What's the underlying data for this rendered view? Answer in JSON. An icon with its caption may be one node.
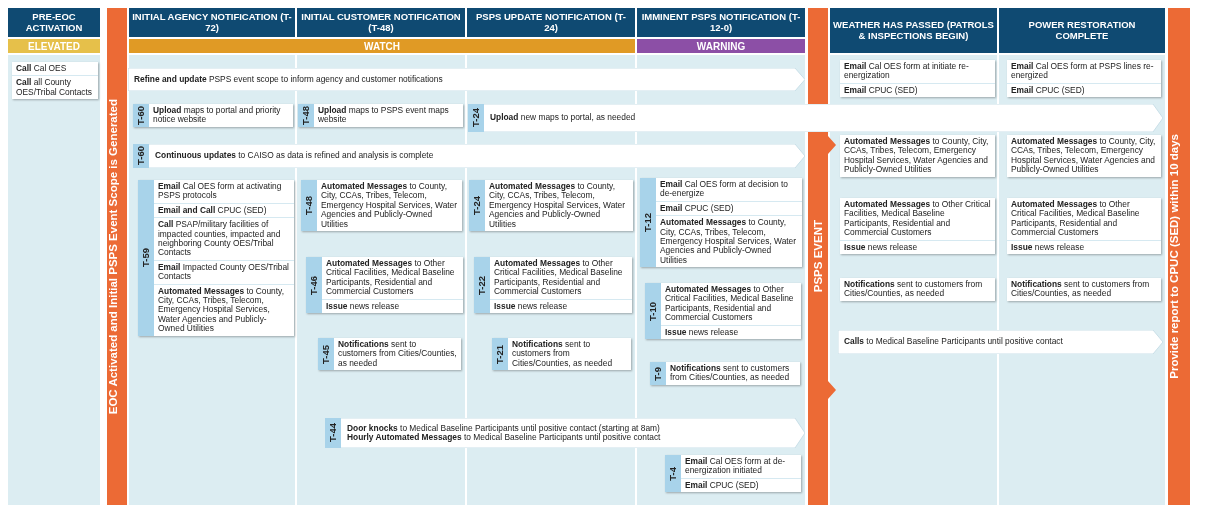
{
  "diagram": {
    "nodes": [
      {
        "text": [
          "PRE-EOC ACTIVATION"
        ]
      },
      {
        "text": [
          "EOC Activated and Initial PSPS Event Scope is Generated"
        ]
      },
      {
        "text": [
          "INITIAL AGENCY NOTIFICATION (T-72)"
        ]
      },
      {
        "text": [
          "INITIAL CUSTOMER NOTIFICATION (T-48)"
        ]
      },
      {
        "text": [
          "PSPS UPDATE NOTIFICATION (T-24)"
        ]
      },
      {
        "text": [
          "IMMINENT PSPS NOTIFICATION (T-12-0)"
        ]
      },
      {
        "text": [
          "PSPS EVENT"
        ]
      },
      {
        "text": [
          "WEATHER HAS PASSED (PATROLS & INSPECTIONS BEGIN)"
        ]
      },
      {
        "text": [
          "POWER RESTORATION COMPLETE"
        ]
      },
      {
        "text": [
          "Provide report to CPUC (SED) within 10 days"
        ]
      },
      {
        "text": [
          "ELEVATED"
        ]
      },
      {
        "text": [
          "WATCH"
        ]
      },
      {
        "text": [
          "WARNING"
        ]
      },
      {
        "text": [
          "**Call** Cal OES",
          "**Call** all County OES/Tribal Contacts"
        ]
      },
      {
        "text": [
          "**Refine and update** PSPS event scope to inform agency and customer notifications"
        ]
      },
      {
        "text": [
          "**Email** Cal OES form at initiate re-energization",
          "**Email** CPUC (SED)"
        ]
      },
      {
        "text": [
          "**Email** Cal OES form at PSPS lines re-energized",
          "**Email** CPUC (SED)"
        ]
      },
      {
        "text": [
          "T-60",
          "**Upload** maps to portal and priority notice website"
        ]
      },
      {
        "text": [
          "T-48",
          "**Upload** maps to PSPS event maps website"
        ]
      },
      {
        "text": [
          "T-24",
          "**Upload** new maps to portal, as needed"
        ]
      },
      {
        "text": [
          "T-60",
          "**Continuous updates** to CAISO as data is refined and analysis is complete"
        ]
      },
      {
        "text": [
          "T-59",
          "**Email** Cal OES form at activating PSPS protocols",
          "**Email and Call** CPUC (SED)",
          "**Call** PSAP/military facilities of impacted counties, impacted and neighboring County OES/Tribal Contacts",
          "**Email** Impacted County OES/Tribal Contacts",
          "**Automated Messages** to County, City, CCAs, Tribes, Telecom, Emergency Hospital Services, Water Agencies and Publicly-Owned Utilities"
        ]
      },
      {
        "text": [
          "T-48",
          "**Automated Messages** to County, City, CCAs, Tribes, Telecom, Emergency Hospital Services, Water Agencies and Publicly-Owned Utilities"
        ]
      },
      {
        "text": [
          "T-24",
          "**Automated Messages** to County, City, CCAs, Tribes, Telecom, Emergency Hospital Services, Water Agencies and Publicly-Owned Utilities"
        ]
      },
      {
        "text": [
          "T-12",
          "**Email** Cal OES form at decision to de-energize",
          "**Email** CPUC (SED)",
          "**Automated Messages** to County, City, CCAs, Tribes, Telecom, Emergency Hospital Services, Water Agencies and Publicly-Owned Utilities"
        ]
      },
      {
        "text": [
          "**Automated Messages** to County, City, CCAs, Tribes, Telecom, Emergency Hospital Services, Water Agencies and Publicly-Owned Utilities"
        ]
      },
      {
        "text": [
          "**Automated Messages** to County, City, CCAs, Tribes, Telecom, Emergency Hospital Services, Water Agencies and Publicly-Owned Utilities"
        ]
      },
      {
        "text": [
          "T-46",
          "**Automated Messages** to Other Critical Facilities, Medical Baseline Participants, Residential and Commercial Customers",
          "**Issue** news release"
        ]
      },
      {
        "text": [
          "T-22",
          "**Automated Messages** to Other Critical Facilities, Medical Baseline Participants, Residential and Commercial Customers",
          "**Issue** news release"
        ]
      },
      {
        "text": [
          "T-10",
          "**Automated Messages** to Other Critical Facilities, Medical Baseline Participants, Residential and Commercial Customers",
          "**Issue** news release"
        ]
      },
      {
        "text": [
          "**Automated Messages** to Other Critical Facilities, Medical Baseline Participants, Residential and Commercial Customers",
          "**Issue** news release"
        ]
      },
      {
        "text": [
          "**Automated Messages** to Other Critical Facilities, Medical Baseline Participants, Residential and Commercial Customers",
          "**Issue** news release"
        ]
      },
      {
        "text": [
          "T-45",
          "**Notifications** sent to customers from Cities/Counties, as needed"
        ]
      },
      {
        "text": [
          "T-21",
          "**Notifications** sent to customers from Cities/Counties, as needed"
        ]
      },
      {
        "text": [
          "T-9",
          "**Notifications** sent to customers from Cities/Counties, as needed"
        ]
      },
      {
        "text": [
          "**Notifications** sent to customers from Cities/Counties, as needed"
        ]
      },
      {
        "text": [
          "**Notifications** sent to customers from Cities/Counties, as needed"
        ]
      },
      {
        "text": [
          "**Calls** to Medical Baseline Participants until positive contact"
        ]
      },
      {
        "text": [
          "T-44",
          "**Door knocks** to Medical Baseline Participants until positive contact (starting at 8am)",
          "**Hourly Automated Messages** to Medical Baseline Participants until positive contact"
        ]
      },
      {
        "text": [
          "T-4",
          "**Email** Cal OES form at de-energization initiated",
          "**Email** CPUC (SED)"
        ]
      }
    ]
  }
}
